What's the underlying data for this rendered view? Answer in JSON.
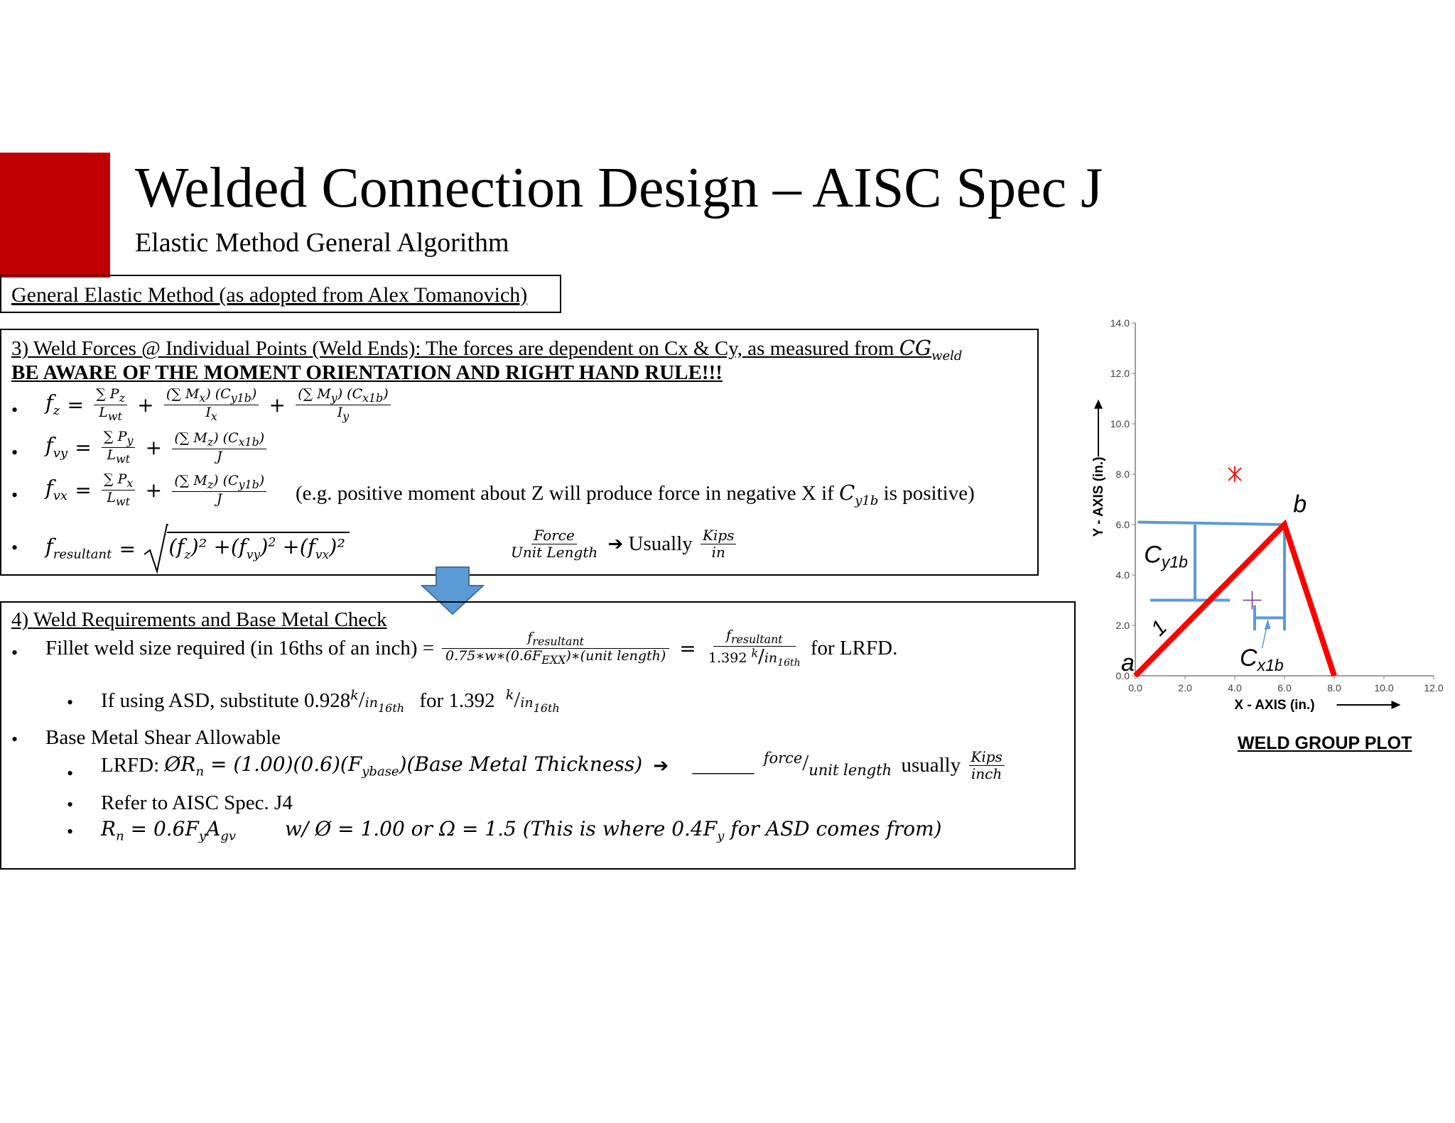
{
  "header": {
    "title": "Welded Connection Design – AISC Spec J",
    "subtitle": "Elastic Method General Algorithm"
  },
  "method_box": {
    "label": "General Elastic Method (as adopted from Alex Tomanovich)"
  },
  "section3": {
    "heading_text": "3) Weld Forces @ Individual Points (Weld Ends): The forces are dependent on Cx & Cy, as measured from ",
    "heading_symbol": "CG",
    "heading_symbol_sub": "weld",
    "warning": "BE AWARE OF THE MOMENT ORIENTATION AND RIGHT HAND RULE!!!",
    "fz": {
      "lhs": "f",
      "lhs_sub": "z",
      "t1_num": "∑ P",
      "t1_num_sub": "z",
      "t1_den": "L",
      "t1_den_sub": "wt",
      "t2_num": "(∑ M",
      "t2_num_sub": "x",
      "t2_num_tail": ") (C",
      "t2_num_sub2": "y1b",
      "t2_num_end": ")",
      "t2_den": "I",
      "t2_den_sub": "x",
      "t3_num": "(∑ M",
      "t3_num_sub": "y",
      "t3_num_tail": ") (C",
      "t3_num_sub2": "x1b",
      "t3_num_end": ")",
      "t3_den": "I",
      "t3_den_sub": "y"
    },
    "fvy": {
      "lhs": "f",
      "lhs_sub": "vy",
      "t1_num": "∑ P",
      "t1_num_sub": "y",
      "t1_den": "L",
      "t1_den_sub": "wt",
      "t2_num": "(∑ M",
      "t2_num_sub": "z",
      "t2_num_tail": ") (C",
      "t2_num_sub2": "x1b",
      "t2_num_end": ")",
      "t2_den": "J"
    },
    "fvx": {
      "lhs": "f",
      "lhs_sub": "vx",
      "t1_num": "∑ P",
      "t1_num_sub": "x",
      "t1_den": "L",
      "t1_den_sub": "wt",
      "t2_num": "(∑ M",
      "t2_num_sub": "z",
      "t2_num_tail": ") (C",
      "t2_num_sub2": "y1b",
      "t2_num_end": ")",
      "t2_den": "J",
      "note": "(e.g. positive moment about Z will produce force in negative X if ",
      "note_sym": "C",
      "note_sym_sub": "y1b",
      "note_tail": " is positive)"
    },
    "fres": {
      "lhs": "f",
      "lhs_sub": "resultant",
      "units_num": "Force",
      "units_den": "Unit Length",
      "usually": "Usually",
      "usual_num": "Kips",
      "usual_den": "in"
    }
  },
  "section4": {
    "heading": "4) Weld Requirements and Base Metal Check",
    "fillet_text": "Fillet weld size required (in 16ths of an inch) =",
    "fillet_num1": "f",
    "fillet_num1_sub": "resultant",
    "fillet_den1": "0.75∗w∗(0.6F",
    "fillet_den1_sub": "EXX",
    "fillet_den1_tail": ")∗(unit length)",
    "fillet_den2": "1.392",
    "fillet_for": "for LRFD.",
    "asd_text": "If using ASD, substitute 0.928",
    "asd_for": "for 1.392",
    "unit_k": "k",
    "unit_in": "in",
    "unit_16th": "16th",
    "base_shear": "Base Metal Shear Allowable",
    "lrfd_label": "LRFD: ",
    "lrfd_expr": "ØR",
    "lrfd_expr_sub": "n",
    "lrfd_expr_tail": " = (1.00)(0.6)(F",
    "lrfd_expr_sub2": "ybase",
    "lrfd_expr_end": ")(Base Metal Thickness)",
    "blank": "______",
    "force_unit_num": "force",
    "force_unit_den": "unit length",
    "usually": "usually",
    "kips": "Kips",
    "inch": "inch",
    "refer": "Refer to AISC Spec. J4",
    "rn_expr": "R",
    "rn_sub": "n",
    "rn_tail": " = 0.6F",
    "rn_sub2": "y",
    "rn_a": "A",
    "rn_sub3": "gv",
    "rn_note": "w/  Ø = 1.00 or  Ω = 1.5  (This is where 0.4F",
    "rn_note_sub": "y",
    "rn_note_end": " for ASD comes from)"
  },
  "plot": {
    "title": "WELD GROUP  PLOT",
    "x_axis_label": "X - AXIS (in.)",
    "y_axis_label": "Y - AXIS (in.)",
    "label_a": "a",
    "label_b": "b",
    "label_1": "1",
    "label_cy": "C",
    "label_cy_sub": "y1b",
    "label_cx": "C",
    "label_cx_sub": "x1b",
    "weld_color": "#ff0000",
    "dim_color": "#5b9bd5",
    "cg_color": "#7030a0",
    "star_color": "#ff0000"
  },
  "chart_data": {
    "type": "line",
    "title": "WELD GROUP  PLOT",
    "xlabel": "X - AXIS (in.)",
    "ylabel": "Y - AXIS (in.)",
    "xlim": [
      0,
      12
    ],
    "ylim": [
      0,
      14
    ],
    "x_ticks": [
      "0.0",
      "2.0",
      "4.0",
      "6.0",
      "8.0",
      "10.0",
      "12.0"
    ],
    "y_ticks": [
      "0.0",
      "2.0",
      "4.0",
      "6.0",
      "8.0",
      "10.0",
      "12.0",
      "14.0"
    ],
    "weld": [
      {
        "x": 0,
        "y": 0
      },
      {
        "x": 6,
        "y": 6
      },
      {
        "x": 8,
        "y": 0
      }
    ],
    "cg": {
      "x": 4.7,
      "y": 3.0
    },
    "star": {
      "x": 4,
      "y": 8
    }
  }
}
